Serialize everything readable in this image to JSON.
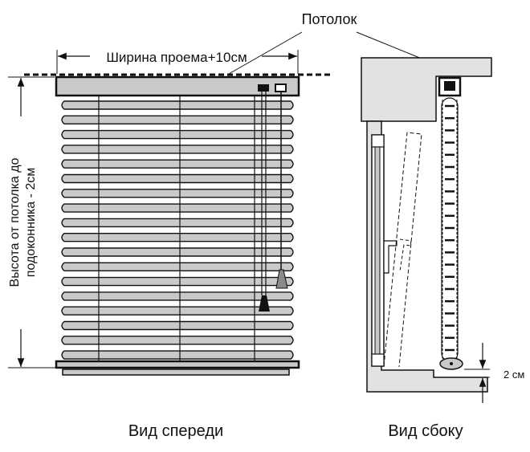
{
  "labels": {
    "ceiling": "Потолок",
    "width": "Ширина проема+10см",
    "height_line1": "Высота от потолка до",
    "height_line2": "подоконника - 2см",
    "gap": "2 см",
    "front_view": "Вид спереди",
    "side_view": "Вид сбоку"
  },
  "colors": {
    "slat_fill": "#c9c9c9",
    "wall_fill": "#e2e2e2",
    "line": "#111111"
  }
}
